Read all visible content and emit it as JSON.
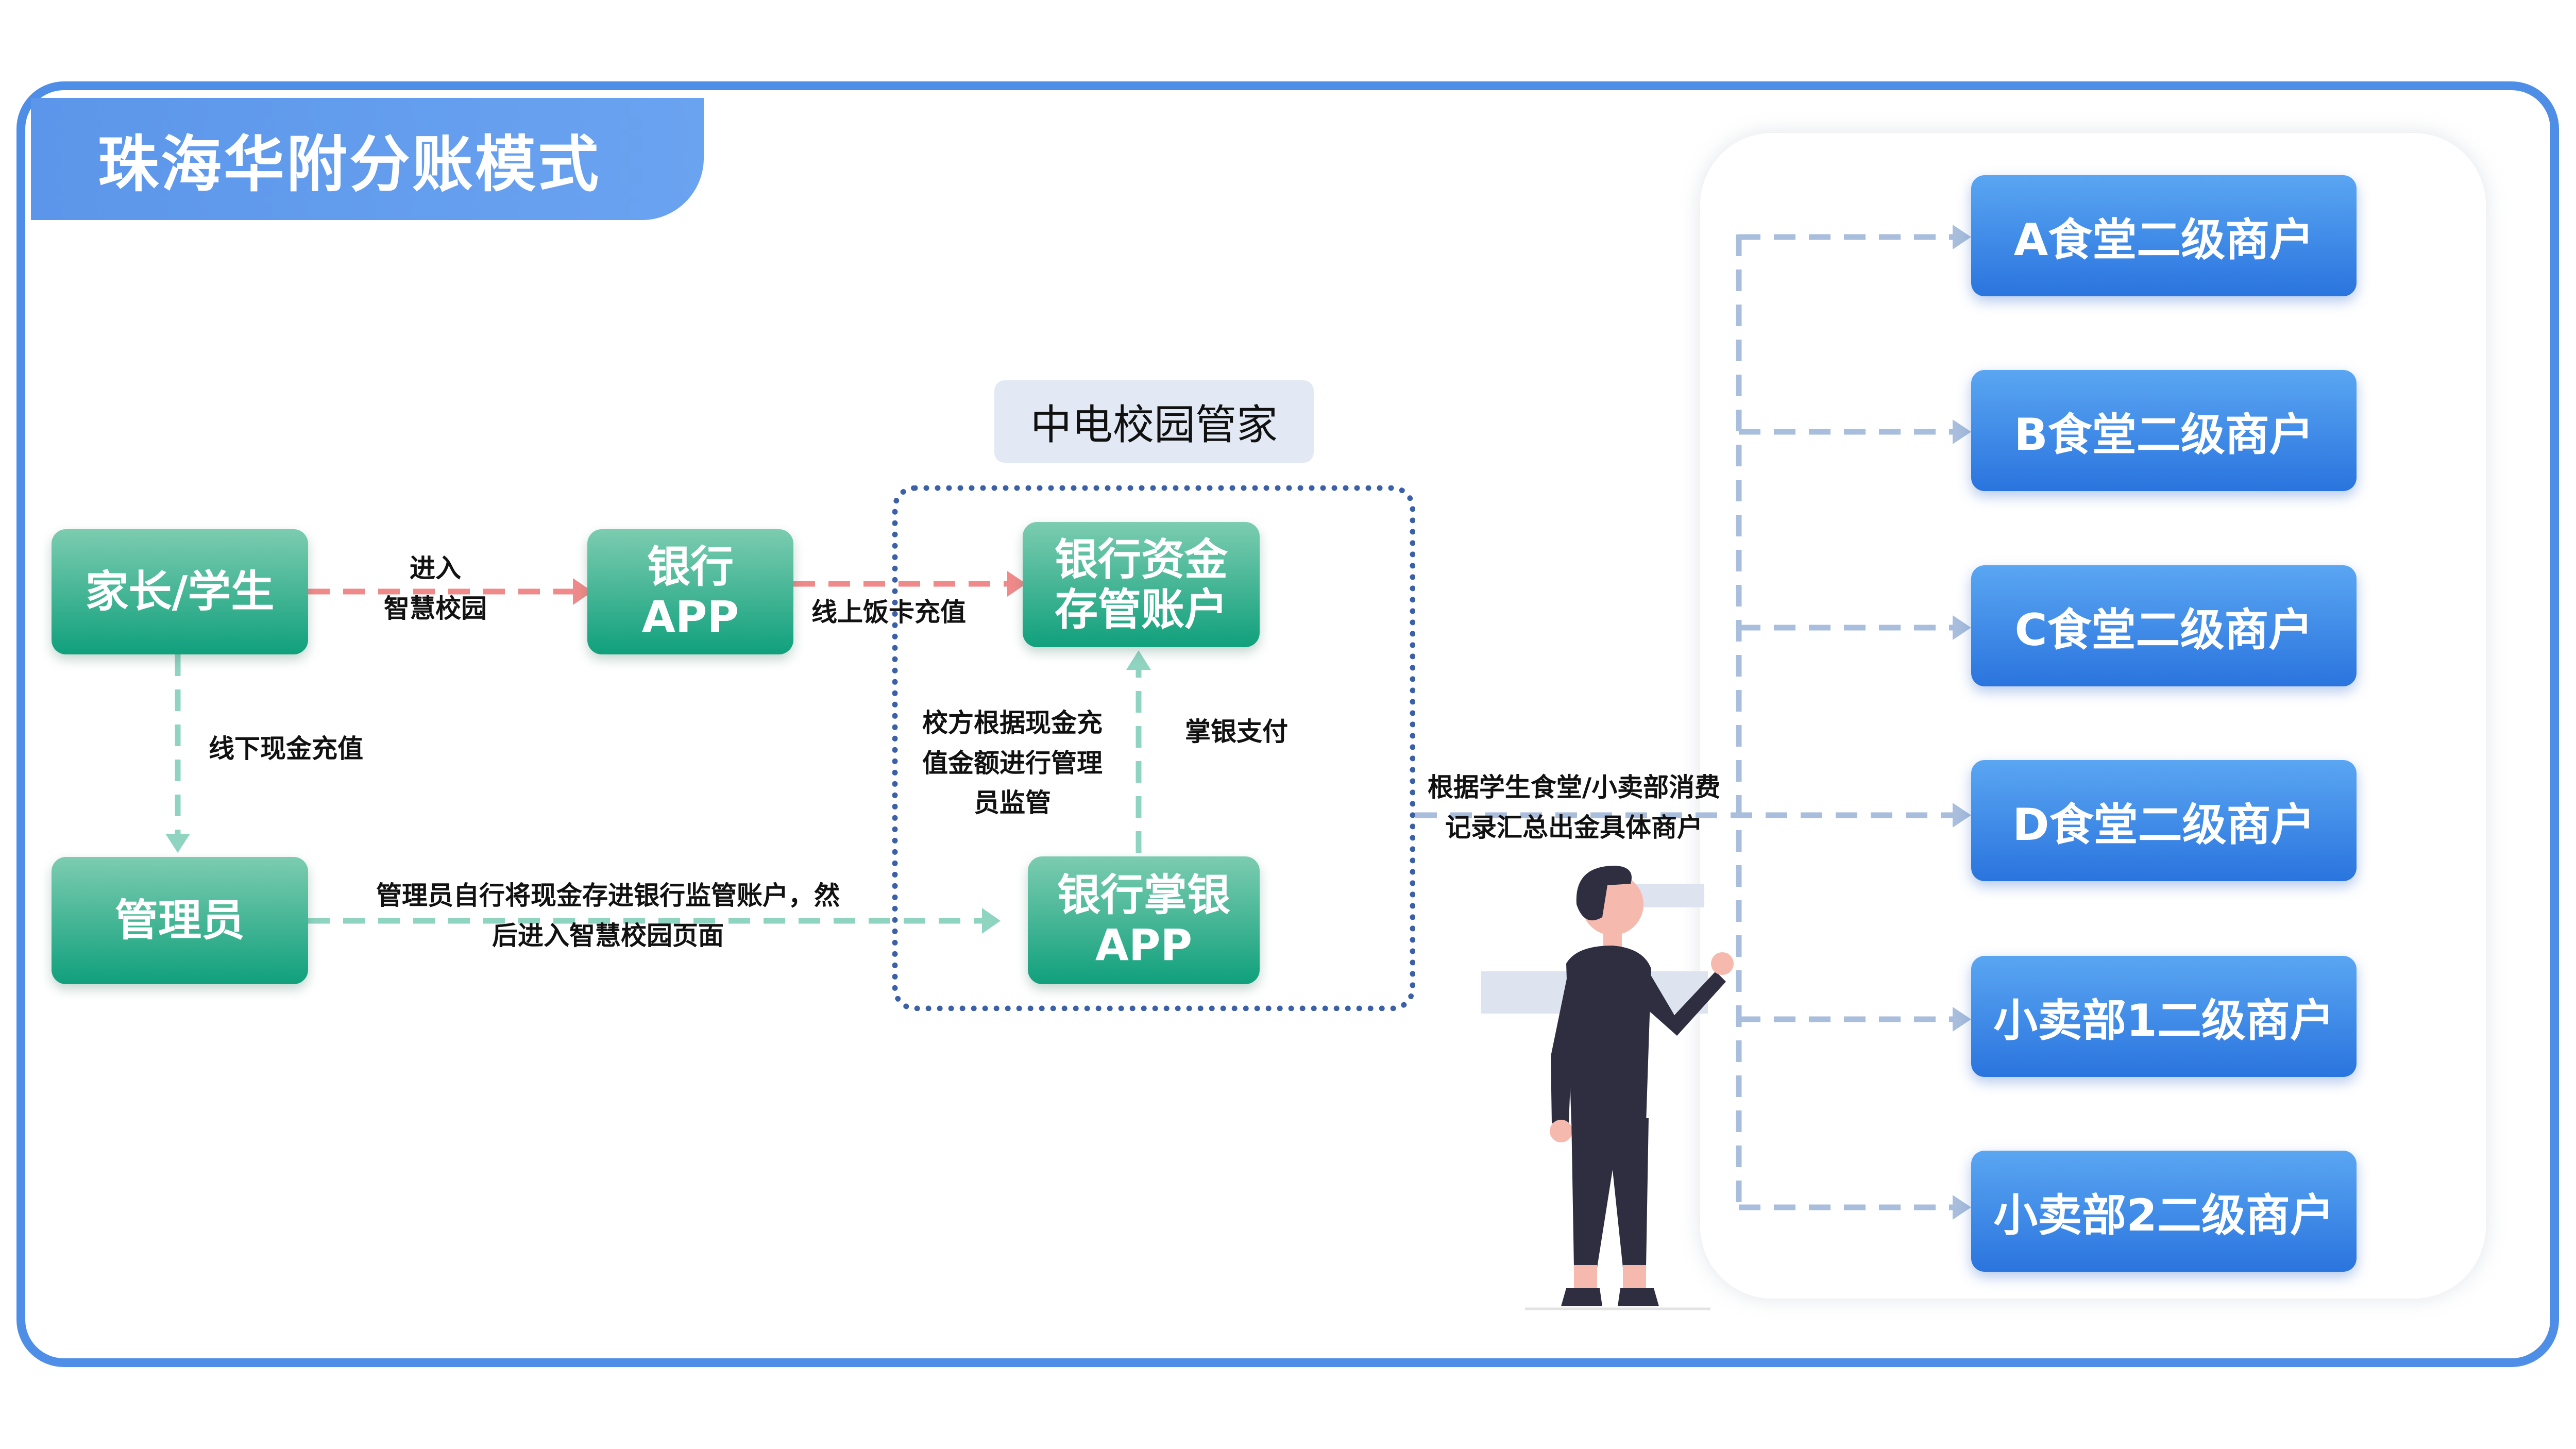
{
  "title": "珠海华附分账模式",
  "center_title": "中电校园管家",
  "nodes": {
    "parent_student": "家长/学生",
    "administrator": "管理员",
    "bank_app_line1": "银行",
    "bank_app_line2": "APP",
    "bank_fund_line1": "银行资金",
    "bank_fund_line2": "存管账户",
    "bank_teller_line1": "银行掌银",
    "bank_teller_line2": "APP"
  },
  "edge_labels": {
    "enter_line1": "进入",
    "enter_line2": "智慧校园",
    "online_recharge": "线上饭卡充值",
    "offline_cash": "线下现金充值",
    "admin_deposit_line1": "管理员自行将现金存进银行监管账户，然",
    "admin_deposit_line2": "后进入智慧校园页面",
    "school_supervise_line1": "校方根据现金充",
    "school_supervise_line2": "值金额进行管理",
    "school_supervise_line3": "员监管",
    "teller_pay": "掌银支付",
    "settle_line1": "根据学生食堂/小卖部消费",
    "settle_line2": "记录汇总出金具体商户"
  },
  "merchants": [
    "A食堂二级商户",
    "B食堂二级商户",
    "C食堂二级商户",
    "D食堂二级商户",
    "小卖部1二级商户",
    "小卖部2二级商户"
  ],
  "colors": {
    "frame": "#4f8ee6",
    "green_node": "#10a07c",
    "blue_node": "#2a74de",
    "pink_arrow": "#f08a8a",
    "teal_arrow": "#8fd4c0",
    "blue_arrow": "#a9bedc",
    "dotted_border": "#3b60a8"
  }
}
